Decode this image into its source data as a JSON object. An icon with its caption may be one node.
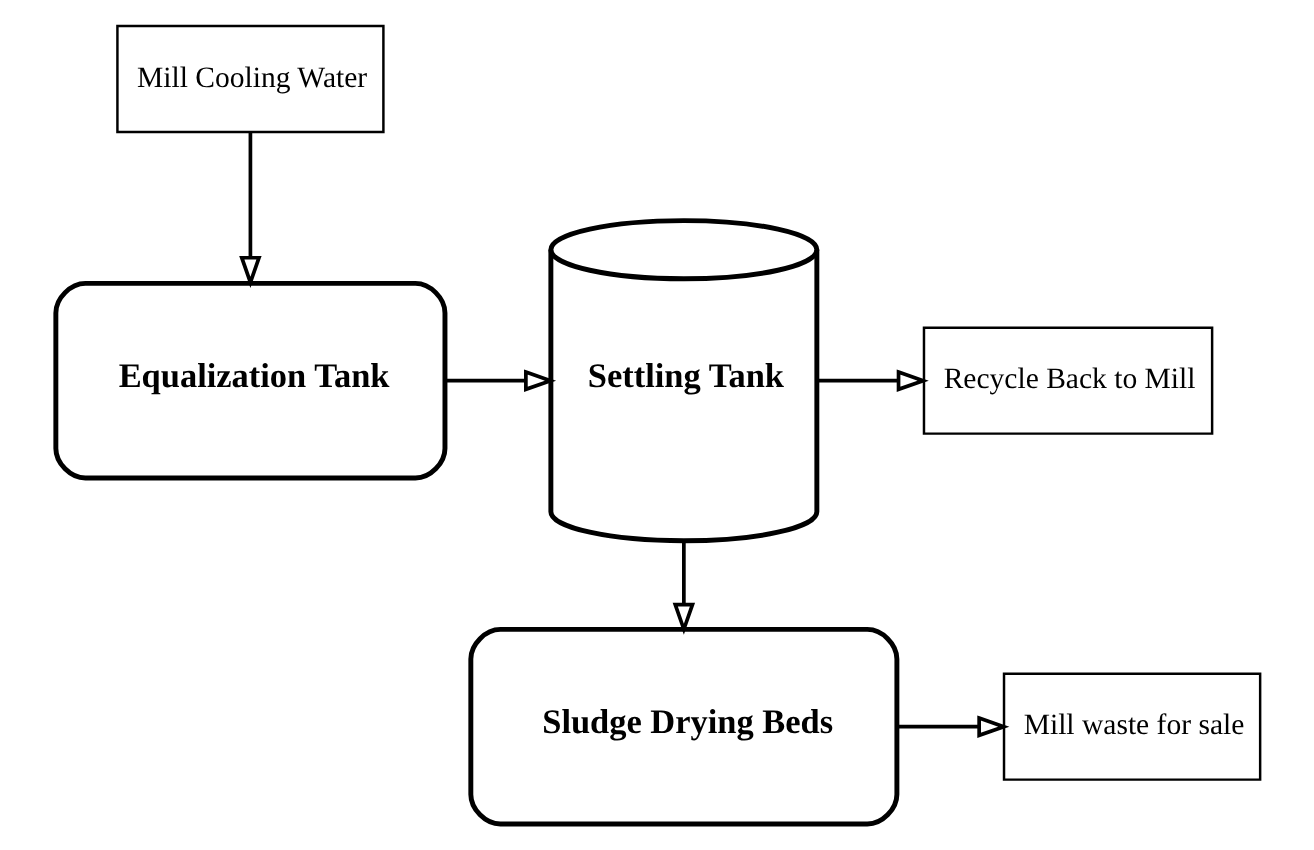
{
  "diagram": {
    "nodes": [
      {
        "text": [
          "Mill Cooling Water"
        ]
      },
      {
        "text": [
          "Equalization Tank"
        ]
      },
      {
        "text": [
          "Settling Tank"
        ]
      },
      {
        "text": [
          "Recycle Back to Mill"
        ]
      },
      {
        "text": [
          "Sludge Drying Beds"
        ]
      },
      {
        "text": [
          "Mill waste for sale"
        ]
      }
    ],
    "edges": [
      {
        "from": 0,
        "to": 1,
        "arrow": "to"
      },
      {
        "from": 1,
        "to": 2,
        "arrow": "to"
      },
      {
        "from": 2,
        "to": 3,
        "arrow": "to"
      },
      {
        "from": 2,
        "to": 4,
        "arrow": "to"
      },
      {
        "from": 4,
        "to": 5,
        "arrow": "to"
      }
    ]
  }
}
